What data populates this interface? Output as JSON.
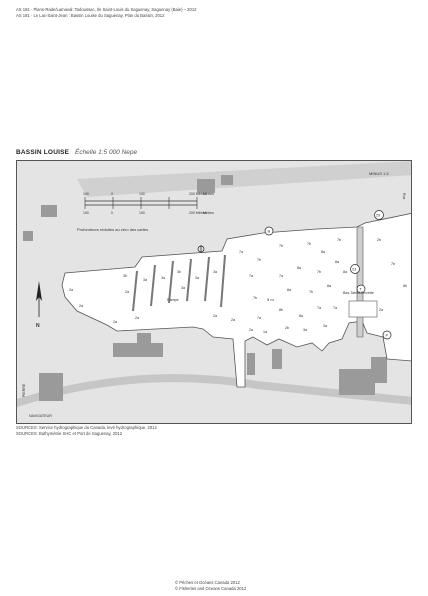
{
  "header": {
    "line1": "AS 181 · Plans-Rade/Lamaval: Tadoussac, Ile Saint-Louis du Saguenay, Saguenay (Baie) – 2012",
    "line2": "AS 181 · Le Lac-Saint-Jean : Bassin Louise du Saguenay, Plan du Bassin, 2012"
  },
  "title": {
    "name": "BASSIN LOUISE",
    "scale": "Échelle 1:5 000 Nepe"
  },
  "map": {
    "top_right_label": "MINUS 1.5",
    "side_label": "Rue",
    "dock_label": "Bas-Tabuil Pincette",
    "scale_bar": {
      "top_ticks": [
        "100",
        "0",
        "100",
        "200 Mètres"
      ],
      "top_unit": "Mètres",
      "bottom_ticks": [
        "100",
        "0",
        "100",
        "200 Mètres"
      ],
      "bottom_unit": "Mètres"
    },
    "legend_note": "Profondeurs réduites au zéro des cartes",
    "compass_label": "N",
    "bottom_left_label": "PIERRE",
    "bottom_credit": "NAVIGATEUR",
    "badges": [
      "B",
      "29",
      "23",
      "T",
      "P"
    ],
    "basin_label": "5 m",
    "ramp_label": "Rampe",
    "depth_labels": [
      "2a",
      "2a",
      "3b",
      "2a",
      "3a",
      "3a",
      "3b",
      "3a",
      "3a",
      "3a",
      "2a",
      "2a",
      "7a",
      "7b",
      "7b",
      "7b",
      "8a",
      "7b",
      "7a",
      "7a",
      "8a",
      "7b",
      "8a",
      "7b",
      "8a",
      "7b",
      "8a",
      "8a",
      "7a",
      "8b",
      "8a",
      "7a",
      "7a",
      "2a",
      "2a",
      "2a",
      "1a",
      "2b",
      "3a",
      "3a",
      "2b",
      "7b",
      "8b",
      "2a"
    ]
  },
  "source": {
    "line1": "SOURCES: Service hydrographique du Canada, levé hydrographique, 2012",
    "line2": "SOURCES: Bathymétrie SHC et Port de Saguenay, 2012"
  },
  "footer": {
    "line1": "© Pêches et Océans Canada 2012",
    "line2": "© Fisheries and Oceans Canada 2012"
  },
  "colors": {
    "land": "#c8c8c8",
    "buildings": "#9a9a9a",
    "water": "#ffffff",
    "shoreline": "#555555",
    "pier": "#777777"
  }
}
